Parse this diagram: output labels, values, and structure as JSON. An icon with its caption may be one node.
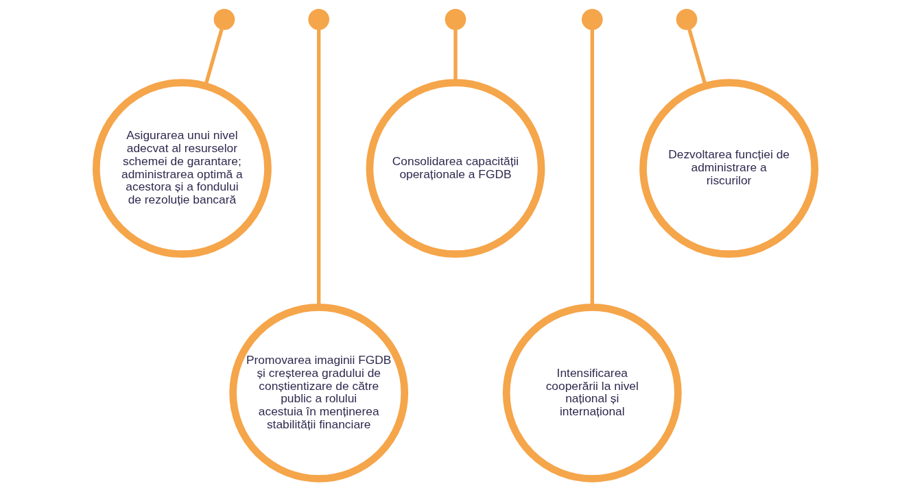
{
  "diagram": {
    "nodes": [
      {
        "text": [],
        "shape": "circle"
      },
      {
        "text": [],
        "shape": "circle"
      },
      {
        "text": [],
        "shape": "circle"
      },
      {
        "text": [],
        "shape": "circle"
      },
      {
        "text": [],
        "shape": "circle"
      },
      {
        "text": [
          "Asigurarea unui nivel adecvat al resurselor schemei de garantare; administrarea optimă a acestora și a fondului de rezoluție bancară"
        ]
      },
      {
        "text": [
          "Promovarea imaginii FGDB și creșterea gradului de conștientizare de către public a rolului acestuia în menținerea stabilității financiare"
        ]
      },
      {
        "text": [
          "Consolidarea capacității operaționale a FGDB"
        ]
      },
      {
        "text": [
          "Intensificarea cooperării la nivel național și internațional"
        ]
      },
      {
        "text": [
          "Dezvoltarea funcției de administrare a riscurilor"
        ]
      }
    ],
    "edges": [
      {
        "from": 0,
        "to": 5,
        "arrow": "none"
      },
      {
        "from": 1,
        "to": 6,
        "arrow": "none"
      },
      {
        "from": 2,
        "to": 7,
        "arrow": "none"
      },
      {
        "from": 3,
        "to": 8,
        "arrow": "none"
      },
      {
        "from": 4,
        "to": 9,
        "arrow": "none"
      }
    ]
  }
}
